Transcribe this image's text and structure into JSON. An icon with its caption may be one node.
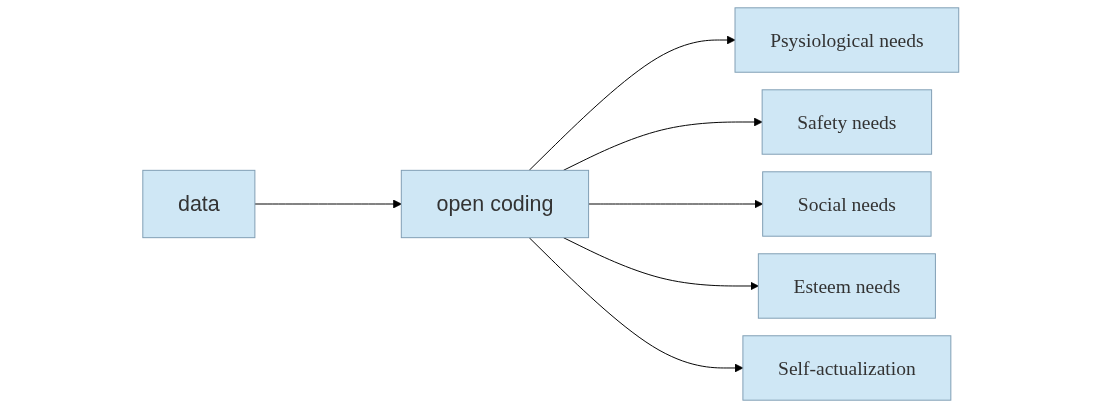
{
  "diagram": {
    "nodes": [
      {
        "text": [
          "data"
        ]
      },
      {
        "text": [
          "open coding"
        ]
      },
      {
        "text": [
          "Psysiological needs"
        ]
      },
      {
        "text": [
          "Safety needs"
        ]
      },
      {
        "text": [
          "Social needs"
        ]
      },
      {
        "text": [
          "Esteem needs"
        ]
      },
      {
        "text": [
          "Self-actualization"
        ]
      }
    ],
    "edges": [
      {
        "from": 0,
        "to": 1,
        "arrow": "to"
      },
      {
        "from": 1,
        "to": 2,
        "arrow": "to"
      },
      {
        "from": 1,
        "to": 3,
        "arrow": "to"
      },
      {
        "from": 1,
        "to": 4,
        "arrow": "to"
      },
      {
        "from": 1,
        "to": 5,
        "arrow": "to"
      },
      {
        "from": 1,
        "to": 6,
        "arrow": "to"
      }
    ]
  }
}
